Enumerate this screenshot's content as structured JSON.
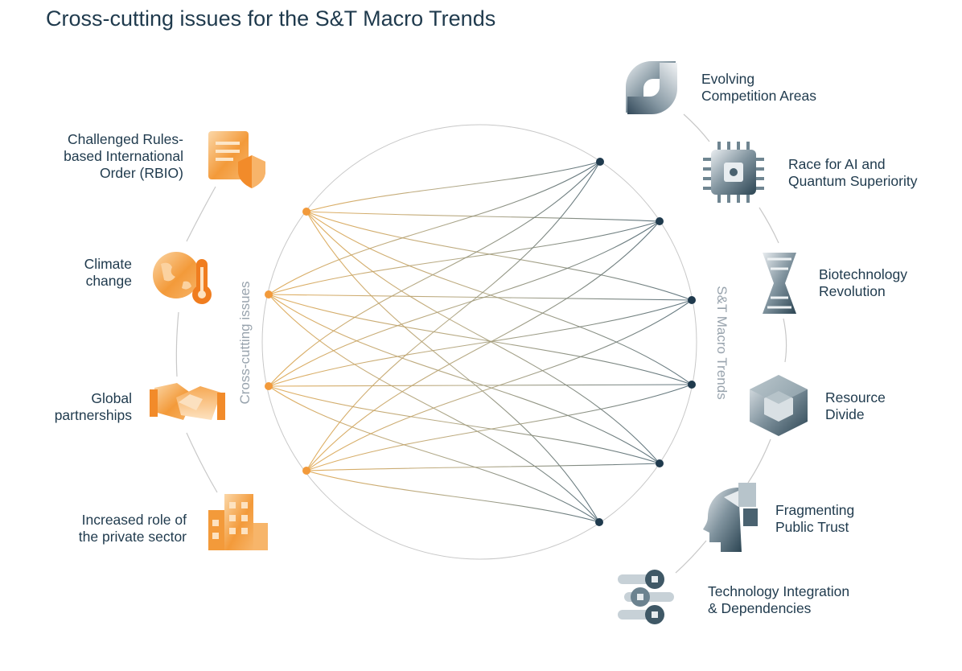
{
  "title": "Cross-cutting issues for the S&T Macro Trends",
  "colors": {
    "issue_accent": "#f29a3b",
    "trend_accent": "#1f3a4d",
    "issue_line": "#d9a35a",
    "trend_line": "#5a6e78",
    "ring": "#c8c8c8",
    "axis_label": "#98a3ad"
  },
  "inner_labels": {
    "issues": "Cross-cutting issues",
    "trends": "S&T Macro Trends"
  },
  "issues": [
    {
      "lines": [
        "Challenged Rules-",
        "based International",
        "Order (RBIO)"
      ],
      "icon": "document-shield-icon"
    },
    {
      "lines": [
        "Climate",
        "change"
      ],
      "icon": "globe-thermometer-icon"
    },
    {
      "lines": [
        "Global",
        "partnerships"
      ],
      "icon": "handshake-icon"
    },
    {
      "lines": [
        "Increased role of",
        "the private sector"
      ],
      "icon": "buildings-icon"
    }
  ],
  "trends": [
    {
      "lines": [
        "Evolving",
        "Competition Areas"
      ],
      "icon": "interlocking-arrows-icon"
    },
    {
      "lines": [
        "Race for AI and",
        "Quantum Superiority"
      ],
      "icon": "chip-icon"
    },
    {
      "lines": [
        "Biotechnology",
        "Revolution"
      ],
      "icon": "dna-helix-icon"
    },
    {
      "lines": [
        "Resource",
        "Divide"
      ],
      "icon": "cube-icon"
    },
    {
      "lines": [
        "Fragmenting",
        "Public Trust"
      ],
      "icon": "head-profile-icon"
    },
    {
      "lines": [
        "Technology Integration",
        "& Dependencies"
      ],
      "icon": "circuit-nodes-icon"
    }
  ],
  "connections": "every cross-cutting issue is linked to every S&T macro trend"
}
